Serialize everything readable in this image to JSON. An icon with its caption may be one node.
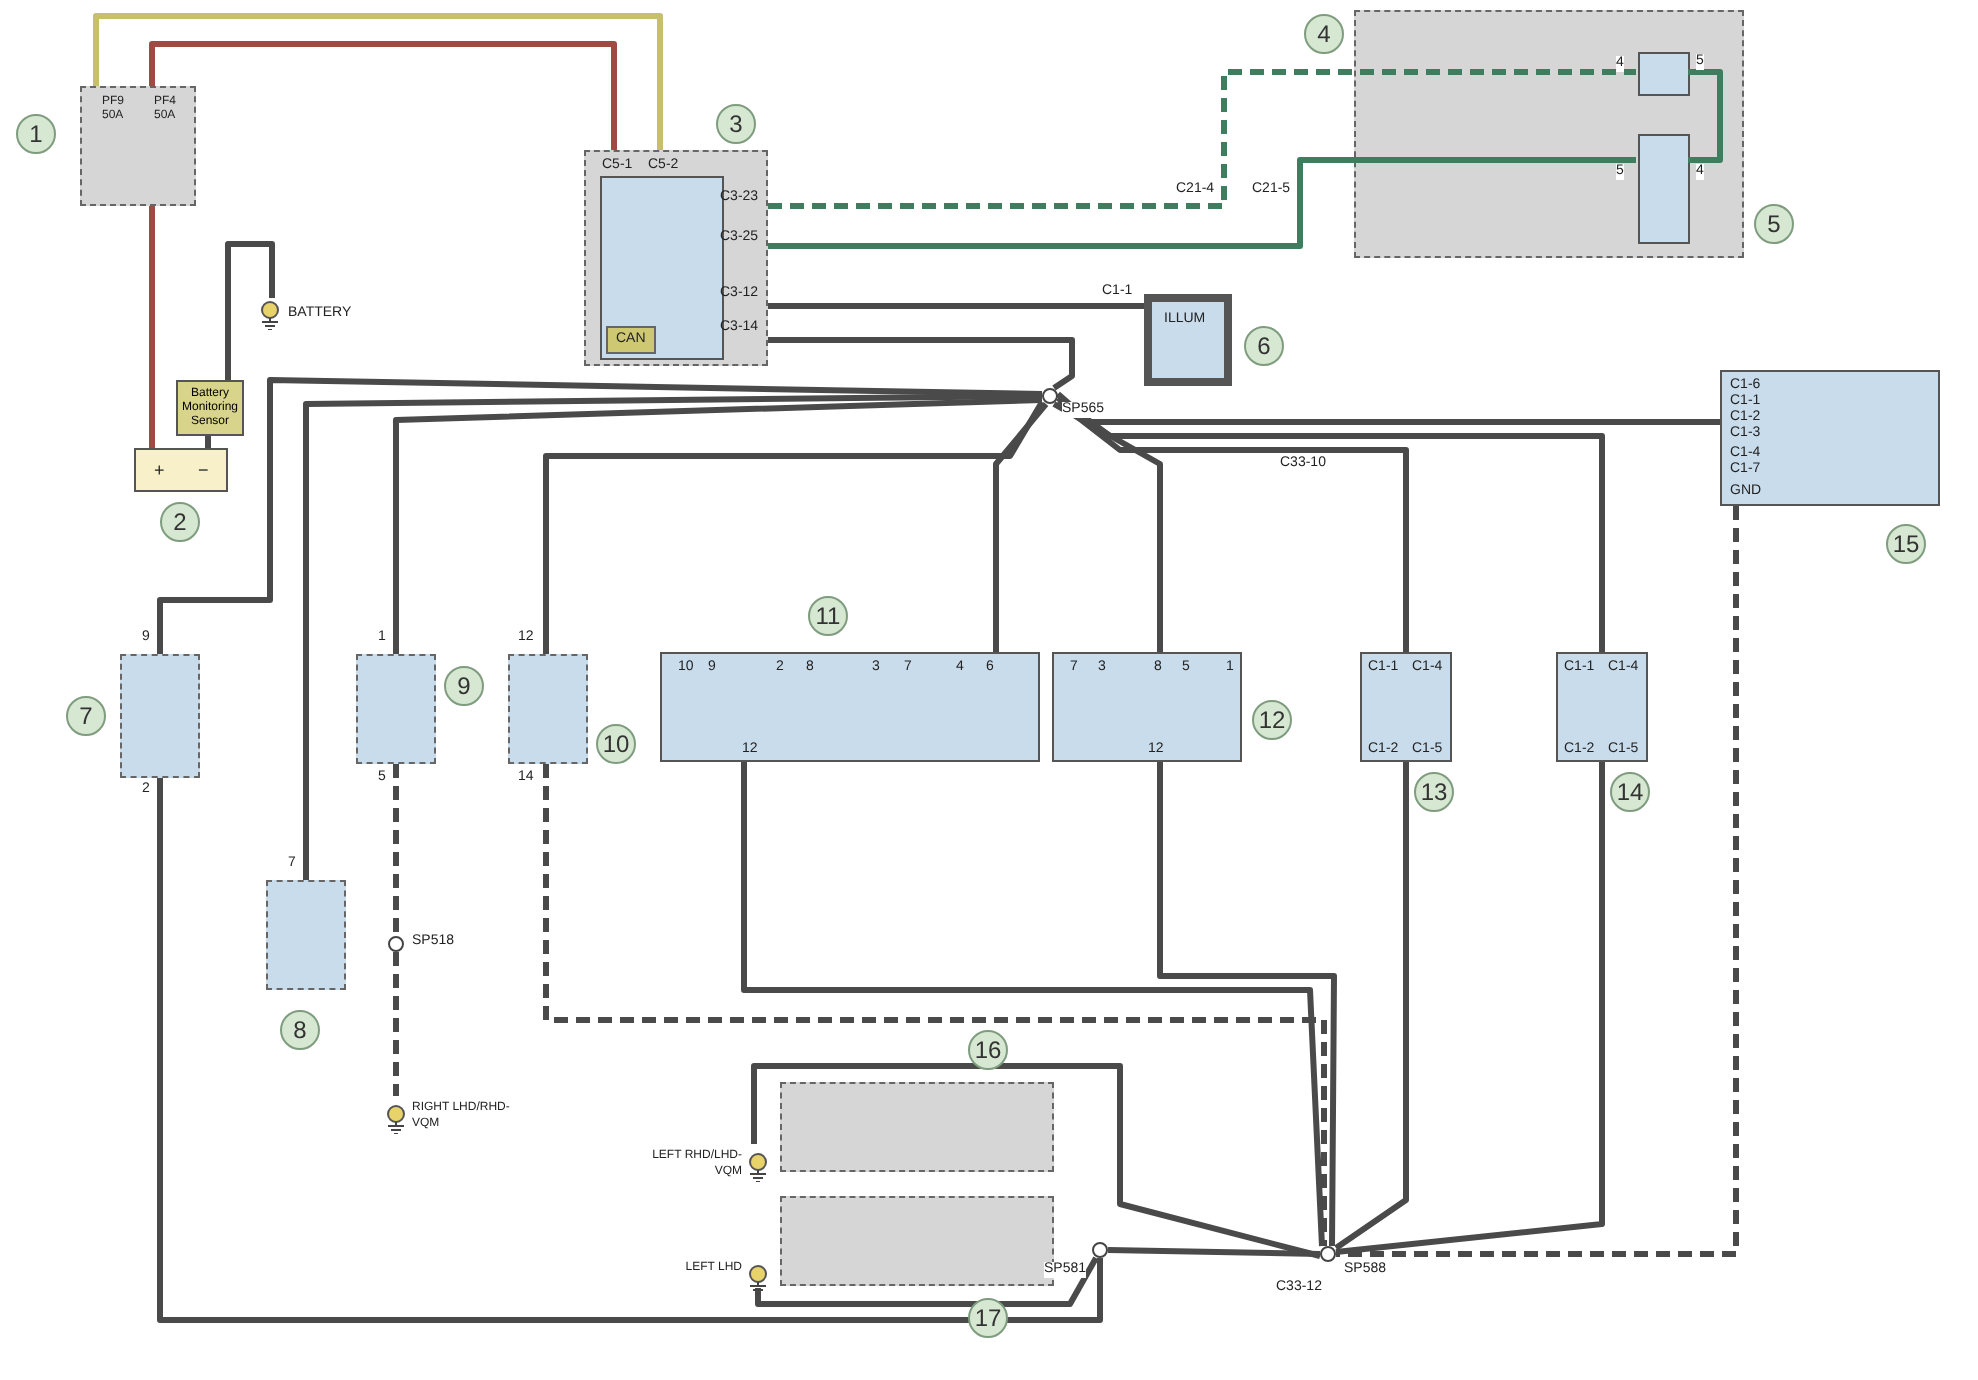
{
  "diagram": {
    "nodes": [
      {
        "text": [
          "PF9 50A",
          "PF4 50A"
        ],
        "beside": [
          "1"
        ]
      },
      {
        "text": [
          "+",
          "−"
        ],
        "beside": [
          "2"
        ]
      },
      {
        "text": [
          "Battery Monitoring Sensor"
        ]
      },
      {
        "text": [
          "BATTERY"
        ]
      },
      {
        "text": [
          "C5-1",
          "C5-2",
          "C3-23",
          "C3-25",
          "C3-12",
          "C3-14",
          "CAN"
        ],
        "beside": [
          "3"
        ]
      },
      {
        "text": [],
        "shape": "box",
        "beside": [
          "4",
          "5"
        ]
      },
      {
        "text": [],
        "shape": "box",
        "in": 5,
        "beside": [
          "4",
          "5"
        ]
      },
      {
        "text": [],
        "shape": "box",
        "in": 5,
        "beside": [
          "5",
          "4"
        ]
      },
      {
        "text": [
          "ILLUM"
        ],
        "beside": [
          "C1-1",
          "6"
        ]
      },
      {
        "text": [],
        "shape": "circle",
        "beside": [
          "SP565"
        ]
      },
      {
        "text": [],
        "shape": "box",
        "beside": [
          "9",
          "2",
          "7"
        ]
      },
      {
        "text": [],
        "shape": "box",
        "beside": [
          "7",
          "8"
        ]
      },
      {
        "text": [],
        "shape": "box",
        "beside": [
          "1",
          "5",
          "9"
        ]
      },
      {
        "text": [],
        "shape": "box",
        "beside": [
          "12",
          "14",
          "10"
        ]
      },
      {
        "text": [
          "10",
          "9",
          "2",
          "8",
          "3",
          "7",
          "4",
          "6",
          "12"
        ],
        "beside": [
          "11"
        ]
      },
      {
        "text": [
          "7",
          "3",
          "8",
          "5",
          "1",
          "12"
        ],
        "beside": [
          "12"
        ]
      },
      {
        "text": [
          "C1-1",
          "C1-4",
          "C1-2",
          "C1-5"
        ],
        "beside": [
          "13"
        ]
      },
      {
        "text": [
          "C1-1",
          "C1-4",
          "C1-2",
          "C1-5"
        ],
        "beside": [
          "14"
        ]
      },
      {
        "text": [
          "C1-6",
          "C1-1",
          "C1-2",
          "C1-3",
          "C1-4",
          "C1-7",
          "GND"
        ],
        "beside": [
          "15"
        ]
      },
      {
        "text": [],
        "shape": "circle",
        "beside": [
          "SP518"
        ]
      },
      {
        "text": [
          "RIGHT LHD/RHD-VQM"
        ]
      },
      {
        "text": [],
        "shape": "box",
        "beside": [
          "16"
        ]
      },
      {
        "text": [],
        "shape": "box",
        "beside": [
          "17"
        ]
      },
      {
        "text": [
          "LEFT RHD/LHD-VQM"
        ]
      },
      {
        "text": [
          "LEFT LHD"
        ]
      },
      {
        "text": [],
        "shape": "circle",
        "beside": [
          "SP588"
        ]
      },
      {
        "text": [],
        "shape": "circle",
        "beside": [
          "SP581"
        ]
      }
    ],
    "edges": [
      {
        "from": 0,
        "to": 4,
        "arrow": "none",
        "color": "#c8bf6a"
      },
      {
        "from": 0,
        "to": 4,
        "arrow": "none",
        "color": "#a04a44"
      },
      {
        "from": 0,
        "to": 1,
        "arrow": "none",
        "color": "#a04a44"
      },
      {
        "from": 2,
        "to": 1,
        "arrow": "none"
      },
      {
        "from": 2,
        "to": 3,
        "arrow": "none"
      },
      {
        "from": 4,
        "to": 6,
        "arrow": "none",
        "style": "dashed",
        "color": "#3f7d5f"
      },
      {
        "from": 4,
        "to": 7,
        "arrow": "none",
        "color": "#3f7d5f"
      },
      {
        "from": 6,
        "to": 7,
        "arrow": "none",
        "color": "#3f7d5f"
      },
      {
        "from": 4,
        "to": 8,
        "arrow": "none"
      },
      {
        "from": 4,
        "to": 9,
        "arrow": "none"
      },
      {
        "from": 9,
        "to": 10,
        "arrow": "none"
      },
      {
        "from": 9,
        "to": 11,
        "arrow": "none"
      },
      {
        "from": 9,
        "to": 12,
        "arrow": "none"
      },
      {
        "from": 9,
        "to": 13,
        "arrow": "none"
      },
      {
        "from": 9,
        "to": 14,
        "arrow": "none"
      },
      {
        "from": 9,
        "to": 15,
        "arrow": "none"
      },
      {
        "from": 9,
        "to": 16,
        "arrow": "none"
      },
      {
        "from": 9,
        "to": 17,
        "arrow": "none"
      },
      {
        "from": 9,
        "to": 18,
        "arrow": "none"
      },
      {
        "from": 12,
        "to": 19,
        "arrow": "none",
        "style": "dashed"
      },
      {
        "from": 19,
        "to": 20,
        "arrow": "none",
        "style": "dashed"
      },
      {
        "from": 13,
        "to": 25,
        "arrow": "none",
        "style": "dashed"
      },
      {
        "from": 14,
        "to": 25,
        "arrow": "none"
      },
      {
        "from": 15,
        "to": 25,
        "arrow": "none"
      },
      {
        "from": 16,
        "to": 25,
        "arrow": "none"
      },
      {
        "from": 17,
        "to": 25,
        "arrow": "none"
      },
      {
        "from": 18,
        "to": 25,
        "arrow": "none",
        "style": "dashed"
      },
      {
        "from": 25,
        "to": 23,
        "arrow": "none"
      },
      {
        "from": 25,
        "to": 26,
        "arrow": "none"
      },
      {
        "from": 26,
        "to": 24,
        "arrow": "none"
      },
      {
        "from": 10,
        "to": 26,
        "arrow": "none"
      }
    ],
    "labels": [
      "C21-4",
      "C21-5",
      "C33-10",
      "C33-12"
    ]
  }
}
